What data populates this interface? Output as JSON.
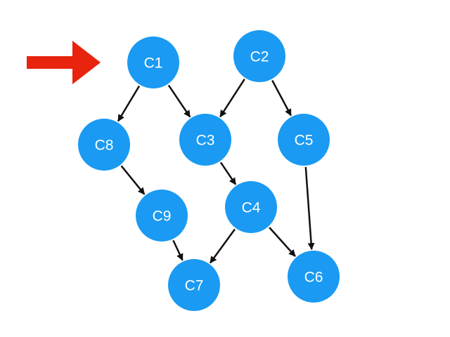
{
  "diagram": {
    "type": "directed-graph",
    "colors": {
      "node_fill": "#1A9AF2",
      "node_text": "#FFFFFF",
      "edge": "#111111",
      "start_arrow": "#E8230E"
    },
    "start_marker": {
      "icon": "right-arrow-icon",
      "points_to": "C1"
    },
    "nodes": [
      {
        "id": "C1",
        "label": "C1"
      },
      {
        "id": "C2",
        "label": "C2"
      },
      {
        "id": "C3",
        "label": "C3"
      },
      {
        "id": "C4",
        "label": "C4"
      },
      {
        "id": "C5",
        "label": "C5"
      },
      {
        "id": "C6",
        "label": "C6"
      },
      {
        "id": "C7",
        "label": "C7"
      },
      {
        "id": "C8",
        "label": "C8"
      },
      {
        "id": "C9",
        "label": "C9"
      }
    ],
    "edges": [
      {
        "from": "C1",
        "to": "C8"
      },
      {
        "from": "C1",
        "to": "C3"
      },
      {
        "from": "C2",
        "to": "C3"
      },
      {
        "from": "C2",
        "to": "C5"
      },
      {
        "from": "C8",
        "to": "C9"
      },
      {
        "from": "C3",
        "to": "C4"
      },
      {
        "from": "C5",
        "to": "C6"
      },
      {
        "from": "C9",
        "to": "C7"
      },
      {
        "from": "C4",
        "to": "C7"
      },
      {
        "from": "C4",
        "to": "C6"
      }
    ]
  }
}
